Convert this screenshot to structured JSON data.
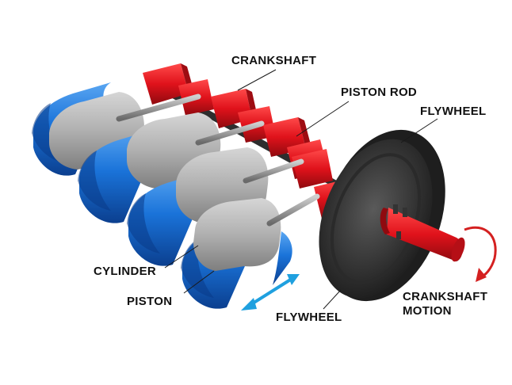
{
  "labels": {
    "crankshaft": "CRANKSHAFT",
    "piston_rod": "PISTON ROD",
    "flywheel_top": "FLYWHEEL",
    "cylinder": "CYLINDER",
    "piston": "PISTON",
    "flywheel_bottom": "FLYWHEEL",
    "crankshaft_motion_line1": "CRANKSHAFT",
    "crankshaft_motion_line2": "MOTION"
  },
  "colors": {
    "cylinder": "#1a73d9",
    "piston": "#b5b5b5",
    "crankshaft": "#e0121b",
    "flywheel": "#3a3a3a",
    "piston_arrow": "#1fa0df",
    "motion_arrow": "#d42020"
  }
}
